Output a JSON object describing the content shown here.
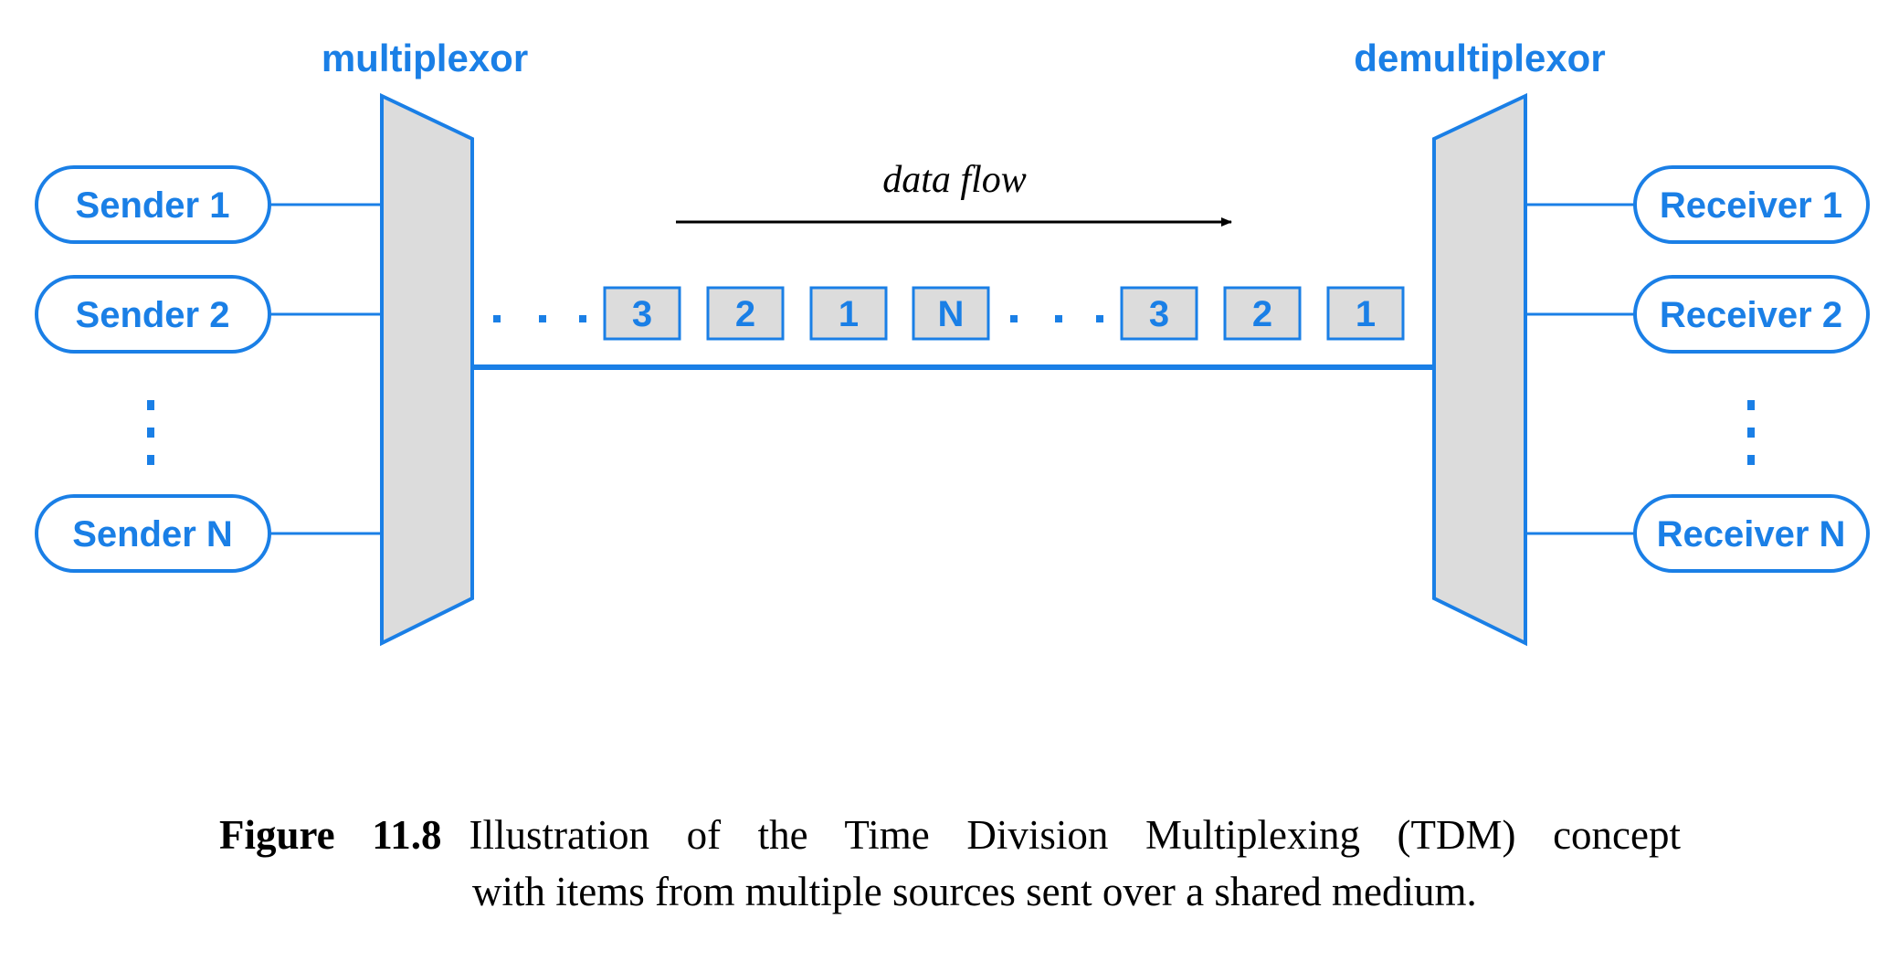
{
  "diagram": {
    "multiplexor_label": "multiplexor",
    "demultiplexor_label": "demultiplexor",
    "data_flow_label": "data flow",
    "senders": [
      "Sender 1",
      "Sender 2",
      "Sender N"
    ],
    "receivers": [
      "Receiver 1",
      "Receiver 2",
      "Receiver N"
    ],
    "packets": [
      "3",
      "2",
      "1",
      "N",
      "3",
      "2",
      "1"
    ],
    "colors": {
      "accent": "#1a7fe6",
      "device_fill": "#dcdcdc"
    }
  },
  "caption": {
    "figure_number": "Figure 11.8",
    "line1": "Illustration of the Time Division Multiplexing (TDM) concept",
    "line2": "with items from multiple sources sent over a shared medium."
  }
}
